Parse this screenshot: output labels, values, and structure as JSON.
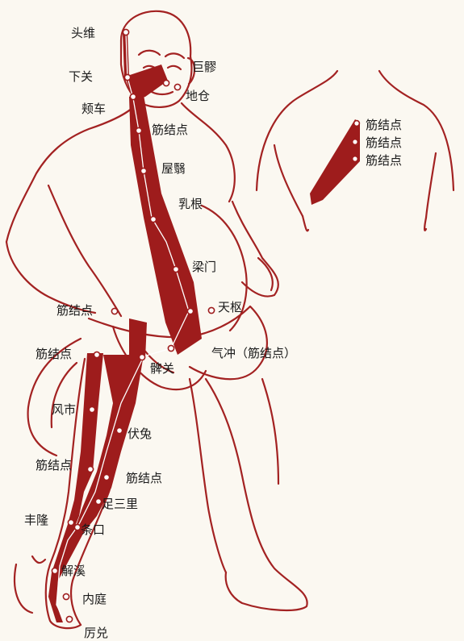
{
  "colors": {
    "meridian": "#9e1c1c",
    "outline": "#a32222",
    "paper": "#fbf8f1",
    "text": "#1a1a1a"
  },
  "labels": {
    "touwei": "头维",
    "xiaguan": "下关",
    "jiache": "颊车",
    "juliao": "巨髎",
    "dicang": "地仓",
    "jinjiedian_neck": "筋结点",
    "wuyi": "屋翳",
    "rugen": "乳根",
    "liangmen": "梁门",
    "tianshu": "天枢",
    "jinjiedian_hip_upper": "筋结点",
    "jinjiedian_hip_lower": "筋结点",
    "qichong": "气冲（筋结点）",
    "biguan": "髀关",
    "fengshi": "风市",
    "futu": "伏兔",
    "jinjiedian_knee_left": "筋结点",
    "jinjiedian_knee_right": "筋结点",
    "zusanli": "足三里",
    "fenglong": "丰隆",
    "tiaokou": "条口",
    "jiexi": "解溪",
    "neiting": "内庭",
    "lidui": "厉兑",
    "back_1": "筋结点",
    "back_2": "筋结点",
    "back_3": "筋结点"
  }
}
